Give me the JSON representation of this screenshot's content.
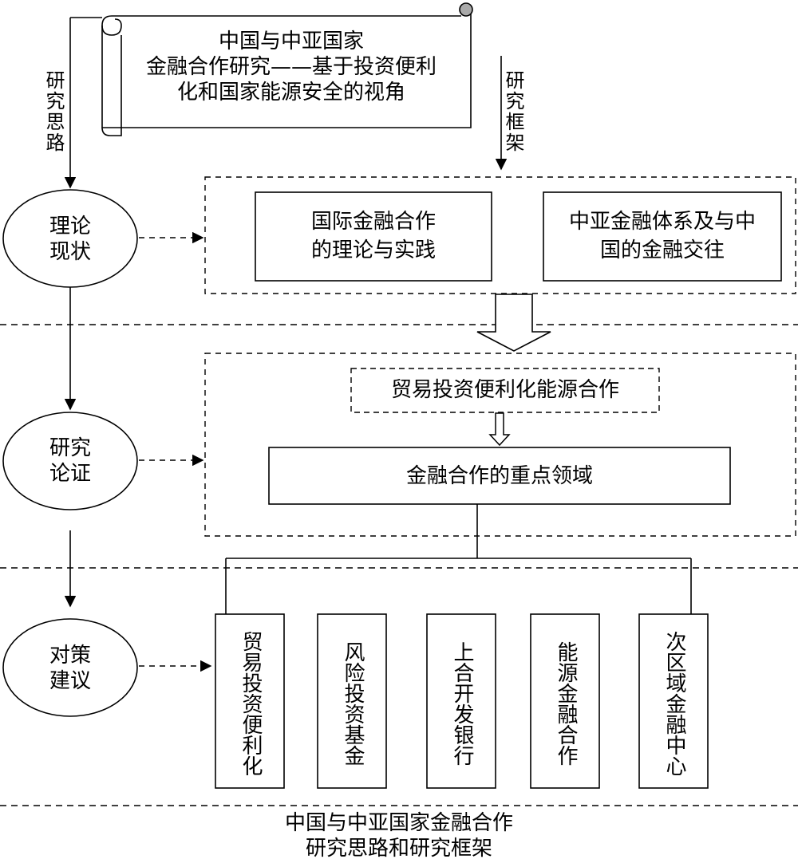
{
  "title_scroll": {
    "line1": "中国与中亚国家",
    "line2": "金融合作研究——基于投资便利",
    "line3": "化和国家能源安全的视角"
  },
  "side_labels": {
    "left": "研究思路",
    "right": "研究框架"
  },
  "stages": [
    {
      "line1": "理论",
      "line2": "现状"
    },
    {
      "line1": "研究",
      "line2": "论证"
    },
    {
      "line1": "对策",
      "line2": "建议"
    }
  ],
  "theory_boxes": [
    {
      "line1": "国际金融合作",
      "line2": "的理论与实践"
    },
    {
      "line1": "中亚金融体系及与中",
      "line2": "国的金融交往"
    }
  ],
  "research": {
    "top": "贸易投资便利化能源合作",
    "main": "金融合作的重点领域"
  },
  "fields": [
    "贸易投资便利化",
    "风险投资基金",
    "上合开发银行",
    "能源金融合作",
    "次区域金融中心"
  ],
  "caption": {
    "line1": "中国与中亚国家金融合作",
    "line2": "研究思路和研究框架"
  }
}
